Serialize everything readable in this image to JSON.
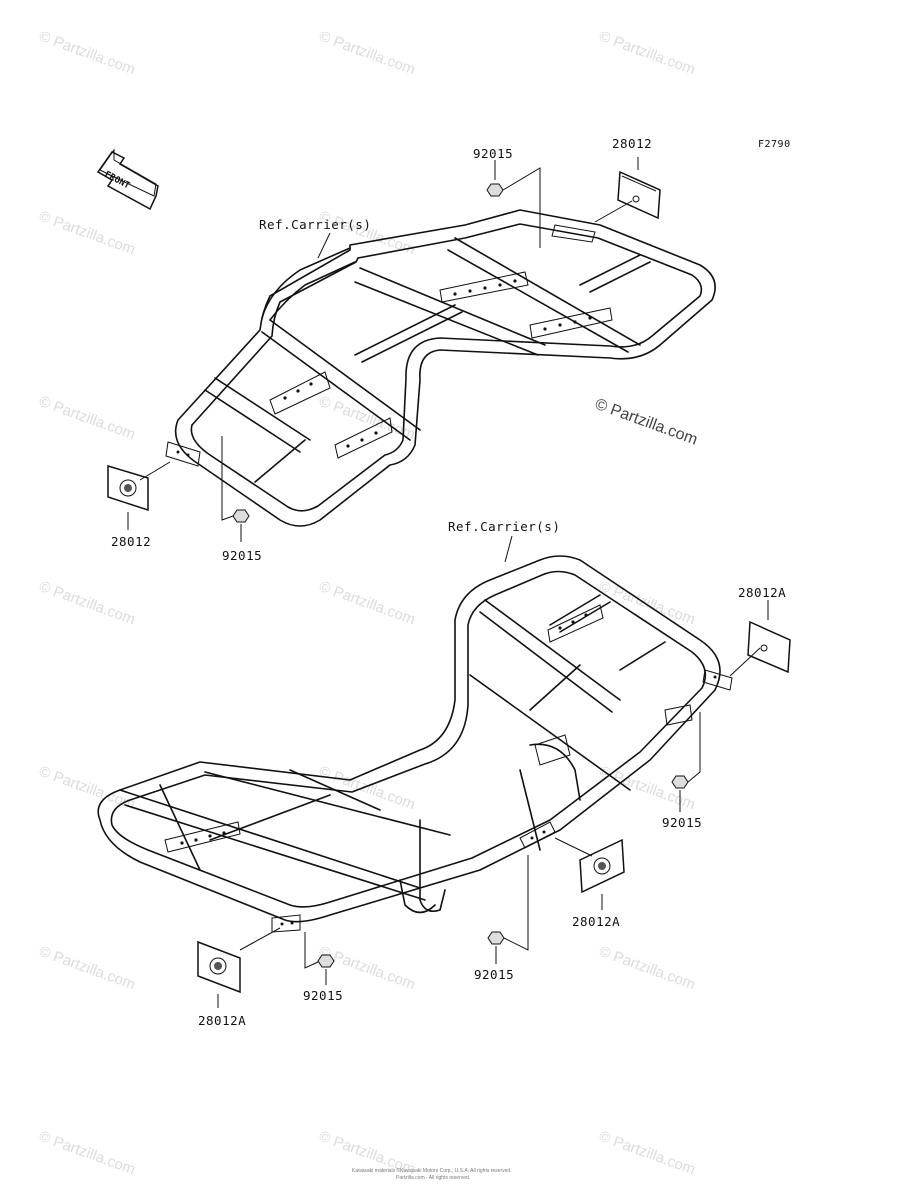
{
  "figure_code": "F2790",
  "front_label": "FRONT",
  "watermark_text": "© Partzilla.com",
  "labels": {
    "top_ref": "Ref.Carrier(s)",
    "bottom_ref": "Ref.Carrier(s)",
    "top_right_reflector": "28012",
    "top_right_nut": "92015",
    "top_left_reflector": "28012",
    "top_left_nut": "92015",
    "bottom_right_reflector": "28012A",
    "bottom_right_nut": "92015",
    "bottom_mid_reflector": "28012A",
    "bottom_mid_nut": "92015",
    "bottom_left_reflector": "28012A",
    "bottom_left_nut": "92015"
  },
  "footer": {
    "line1": "Kawasaki materials ©Kawasaki Motors Corp., U.S.A. All rights reserved.",
    "line2": "Partzilla.com - All rights reserved."
  }
}
